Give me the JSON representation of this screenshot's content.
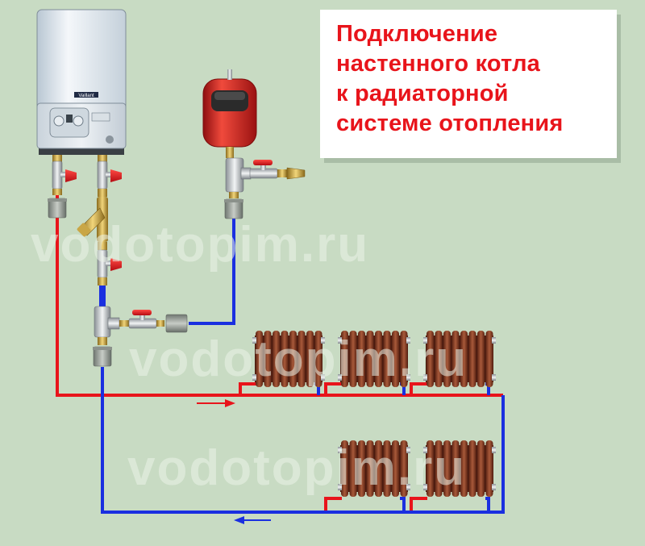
{
  "title": {
    "lines": [
      "Подключение",
      "настенного котла",
      "к радиаторной",
      "системе отопления"
    ]
  },
  "watermark": "vodotopim.ru",
  "boiler": {
    "brand": "Vaillant"
  },
  "colors": {
    "background": "#c8dbc3",
    "title_text": "#e8141b",
    "supply_pipe": "#e8141b",
    "return_pipe": "#1a2fe0",
    "radiator": "#8c3a22",
    "expansion_tank": "#d51d1d"
  },
  "icons": [
    "boiler-icon",
    "expansion-tank-icon",
    "ball-valve-icon",
    "strainer-icon",
    "tee-fitting-icon",
    "radiator-icon",
    "flow-arrow-icon"
  ]
}
